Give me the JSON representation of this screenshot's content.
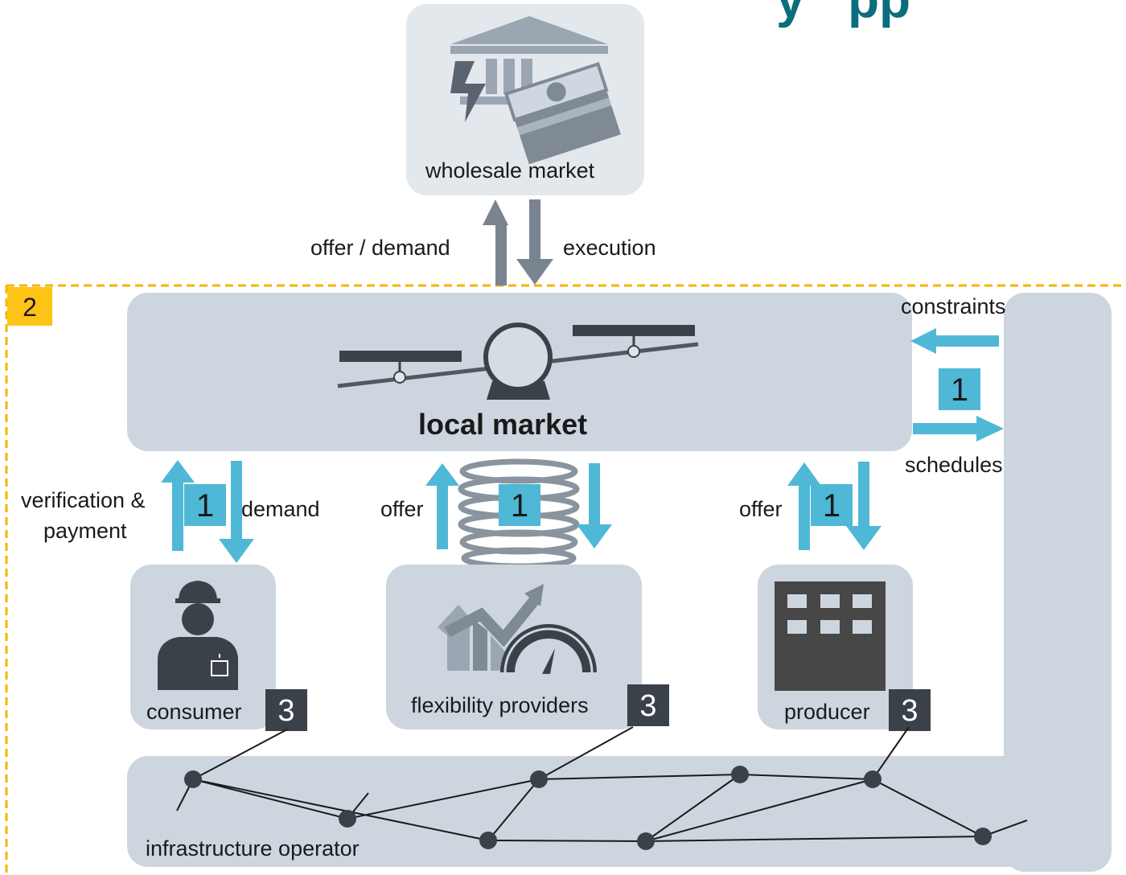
{
  "title_fragment": "y   pp",
  "wholesale": {
    "label": "wholesale market",
    "offer_demand": "offer / demand",
    "execution": "execution"
  },
  "zone": {
    "badge": "2"
  },
  "local_market": {
    "label": "local market"
  },
  "flows": {
    "constraints": "constraints",
    "schedules": "schedules",
    "verification": "verification &",
    "payment": "payment",
    "demand": "demand",
    "offer_flex": "offer",
    "offer_producer": "offer"
  },
  "badges": {
    "one": "1",
    "three": "3"
  },
  "participants": {
    "consumer": "consumer",
    "flexibility": "flexibility providers",
    "producer": "producer"
  },
  "infrastructure": {
    "label": "infrastructure operator"
  },
  "colors": {
    "accent": "#4fb8d6",
    "box": "#cdd6df",
    "dark": "#3a4148",
    "zone": "#fec317",
    "arrow_grey": "#7a8490"
  }
}
